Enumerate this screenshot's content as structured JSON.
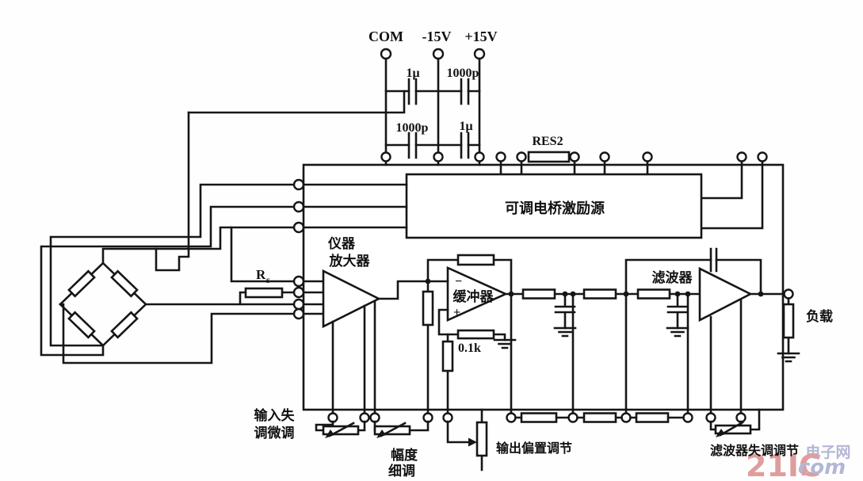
{
  "power": {
    "com": "COM",
    "neg15": "-15V",
    "pos15": "+15V"
  },
  "capacitors": {
    "c1": "1μ",
    "c2": "1000p",
    "c3": "1000p",
    "c4": "1μ"
  },
  "res2_label": "RES2",
  "blocks": {
    "excitation": "可调电桥激励源",
    "inamp_line1": "仪器",
    "inamp_line2": "放大器",
    "buffer": "缓冲器",
    "filter": "滤波器",
    "load": "负载"
  },
  "components": {
    "rs_main": "R",
    "rs_sub": "s",
    "r01k": "0.1k"
  },
  "opamp": {
    "minus": "−",
    "plus": "+"
  },
  "trims": {
    "input_offset_line1": "输入失",
    "input_offset_line2": "调微调",
    "amplitude_line1": "幅度",
    "amplitude_line2": "细调",
    "output_bias": "输出偏置调节",
    "filter_offset": "滤波器失调调节"
  },
  "watermark": {
    "big": "21IC",
    "dot": ".",
    "com": "com",
    "site": "电子网",
    "color_red": "#db8d8d",
    "color_purple": "#a6abce"
  },
  "colors": {
    "ink": "#161616",
    "bg": "#fefefe"
  }
}
